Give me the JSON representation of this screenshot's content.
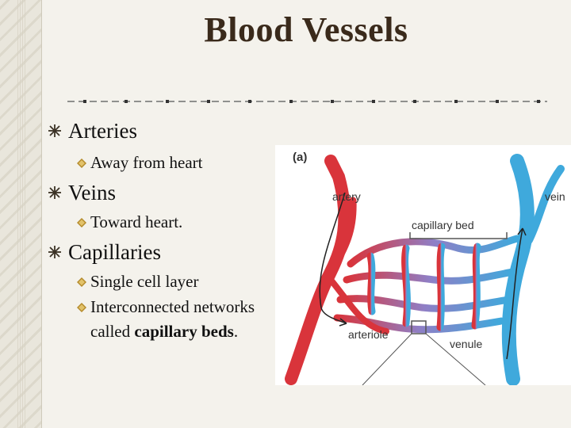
{
  "slide": {
    "title": "Blood Vessels",
    "bullets": [
      {
        "label": "Arteries",
        "sub": [
          "Away from heart"
        ]
      },
      {
        "label": "Veins",
        "sub": [
          "Toward heart."
        ]
      },
      {
        "label": "Capillaries",
        "sub": [
          "Single cell layer",
          {
            "line1": "Interconnected networks",
            "line2_prefix": "called ",
            "line2_bold": "capillary beds",
            "line2_suffix": "."
          }
        ]
      }
    ]
  },
  "figure": {
    "panel_label": "(a)",
    "labels": {
      "artery": "artery",
      "vein": "vein",
      "capillary_bed": "capillary bed",
      "arteriole": "arteriole",
      "venule": "venule"
    },
    "colors": {
      "artery": "#d9343b",
      "vein": "#3fa9dc",
      "capillary": "#8f7fc6"
    }
  },
  "icons": {
    "level1": "cross-star-bullet-icon",
    "level2": "diamond-bullet-icon"
  }
}
